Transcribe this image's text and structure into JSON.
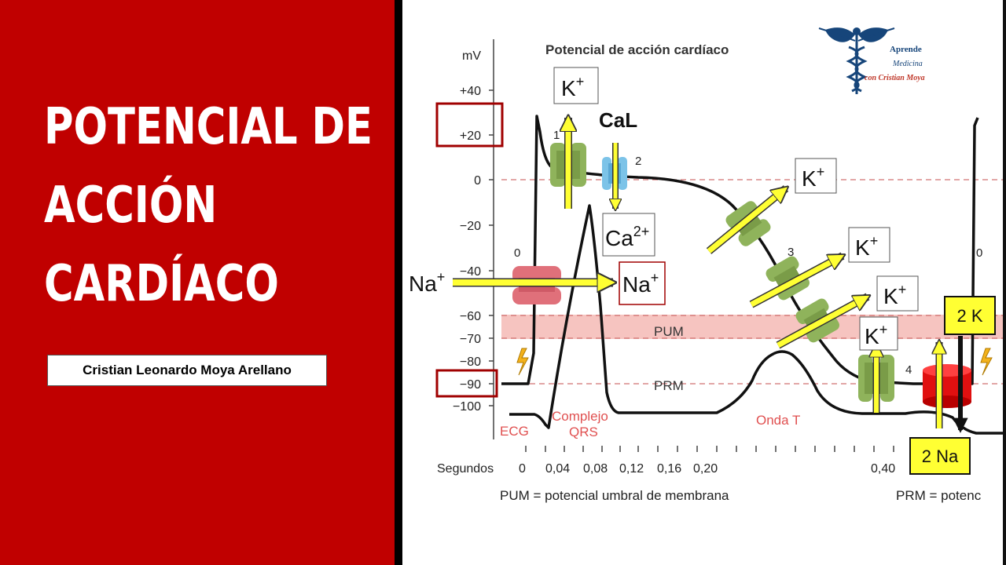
{
  "title_lines": [
    "POTENCIAL DE",
    "ACCIÓN",
    "CARDÍACO"
  ],
  "author": "Cristian Leonardo Moya Arellano",
  "diagram": {
    "title": "Potencial de acción cardíaco",
    "y_unit": "mV",
    "y_ticks": [
      "+40",
      "+20",
      "0",
      "−20",
      "−40",
      "−60",
      "−70",
      "−80",
      "−90",
      "−100"
    ],
    "x_axis_label": "Segundos",
    "x_ticks": [
      "0",
      "0,04",
      "0,08",
      "0,12",
      "0,16",
      "0,20",
      "0,40"
    ],
    "phases": [
      "0",
      "1",
      "2",
      "3",
      "4",
      "0"
    ],
    "pum_label": "PUM",
    "prm_label": "PRM",
    "ecg_label": "ECG",
    "qrs_label": "Complejo\nQRS",
    "t_wave_label": "Onda T",
    "cal_label": "CaL",
    "footnote_pum": "PUM = potencial umbral de membrana",
    "footnote_prm": "PRM = potenc",
    "ion_k": "K",
    "ion_k_charge": "+",
    "ion_ca": "Ca",
    "ion_ca_charge": "2+",
    "ion_na": "Na",
    "ion_na_charge": "+",
    "pump_k": "2 K",
    "pump_na": "2 Na"
  },
  "logo": {
    "line1": "Aprende",
    "line2": "Medicina",
    "line3": "con Cristian Moya"
  },
  "colors": {
    "brand_red": "#c00000",
    "highlight_box": "#a00000",
    "arrow_yellow": "#ffff33",
    "channel_green": "#8fb35b",
    "channel_blue": "#7cc3e8",
    "channel_red": "#e0707a",
    "pump_red": "#e01010",
    "pum_band": "#f6c4c0",
    "ecg_text": "#e05050"
  }
}
